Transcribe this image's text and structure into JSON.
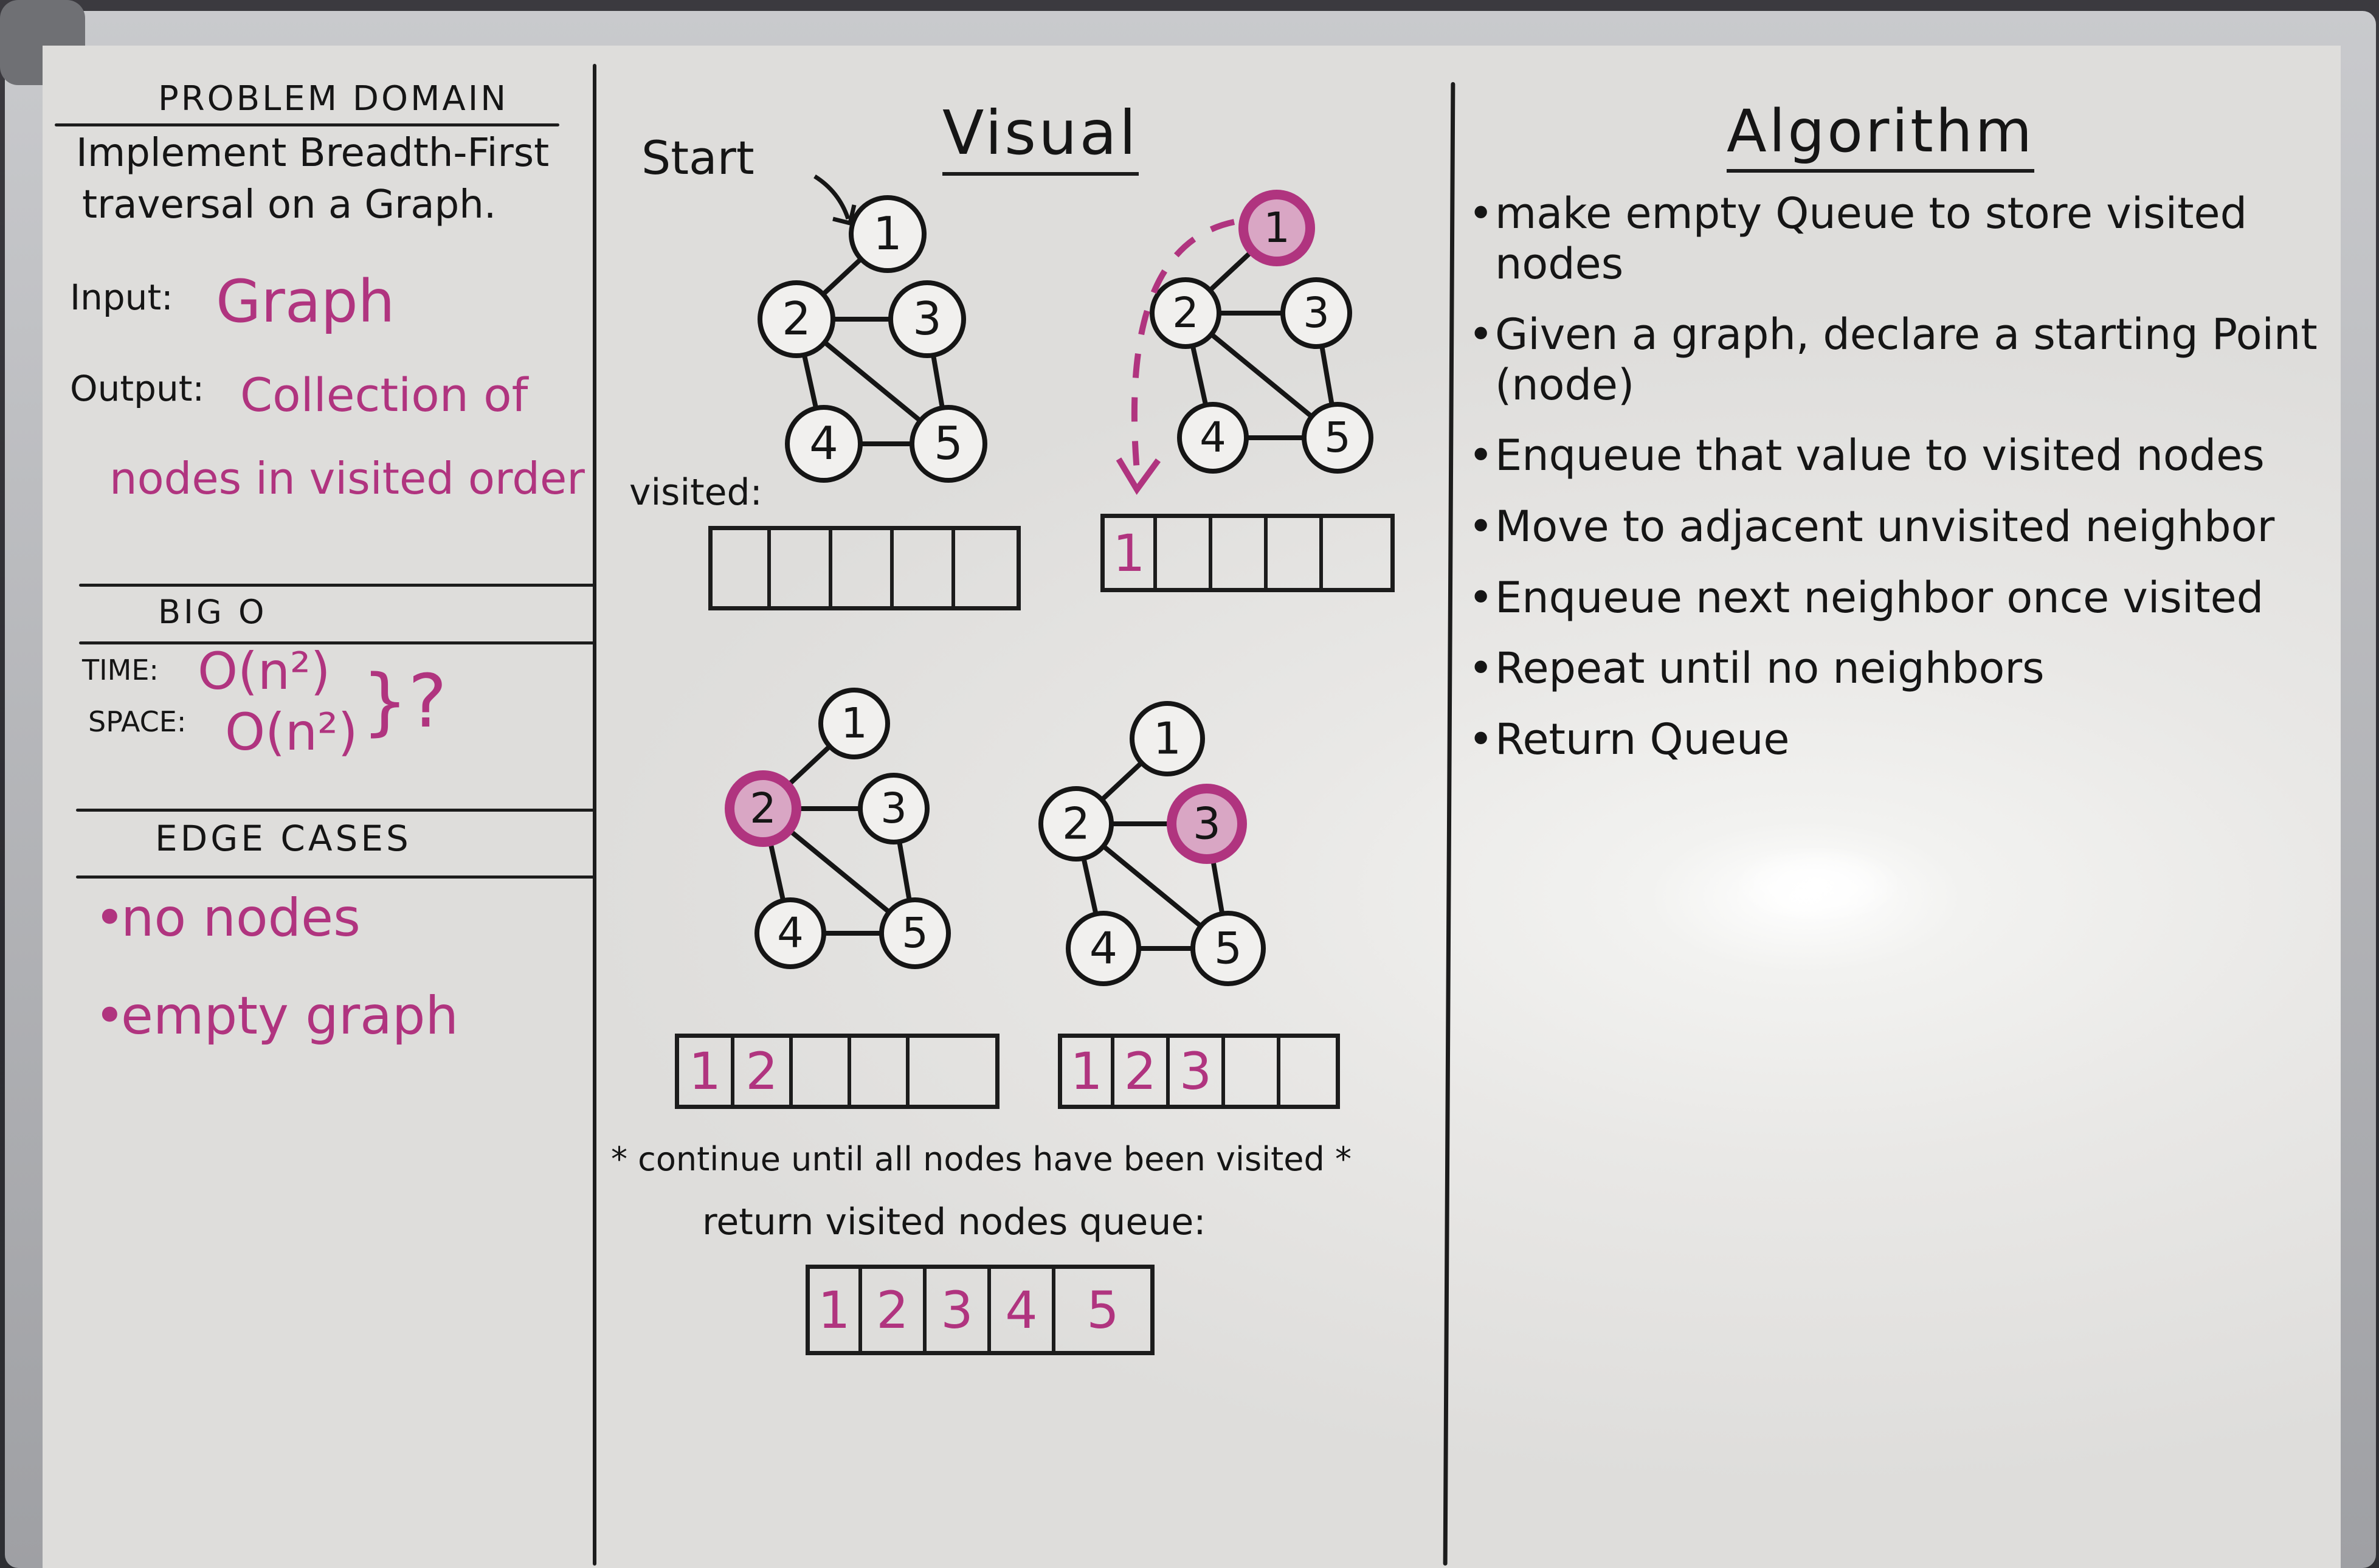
{
  "problem_domain": {
    "heading": "PROBLEM DOMAIN",
    "statement_line1": "Implement Breadth-First",
    "statement_line2": "traversal on a Graph.",
    "input_label": "Input:",
    "input_value": "Graph",
    "output_label": "Output:",
    "output_value_line1": "Collection of",
    "output_value_line2": "nodes in visited order"
  },
  "big_o": {
    "heading": "BIG O",
    "time_label": "TIME:",
    "time_value": "O(n²)",
    "space_label": "SPACE:",
    "space_value": "O(n²)",
    "note": "}?"
  },
  "edge_cases": {
    "heading": "EDGE CASES",
    "items": [
      "no nodes",
      "empty graph"
    ]
  },
  "visual": {
    "heading": "Visual",
    "start_label": "Start",
    "visited_label": "visited:",
    "node_labels": [
      "1",
      "2",
      "3",
      "4",
      "5"
    ],
    "step_queues": [
      [],
      [
        "1"
      ],
      [
        "1",
        "2"
      ],
      [
        "1",
        "2",
        "3"
      ]
    ],
    "highlighted_nodes": [
      "",
      "1",
      "2",
      "3"
    ],
    "continue_note": "* continue until all nodes have been visited *",
    "return_label": "return visited nodes queue:",
    "final_queue": [
      "1",
      "2",
      "3",
      "4",
      "5"
    ]
  },
  "algorithm": {
    "heading": "Algorithm",
    "steps": [
      "make empty Queue to store visited nodes",
      "Given a graph, declare a starting Point (node)",
      "Enqueue that value to visited nodes",
      "Move to adjacent unvisited neighbor",
      "Enqueue next neighbor once visited",
      "Repeat until no neighbors",
      "Return Queue"
    ]
  },
  "colors": {
    "marker_black": "#151515",
    "marker_pink": "#b0347f",
    "highlight_fill": "#d9a6c4"
  }
}
